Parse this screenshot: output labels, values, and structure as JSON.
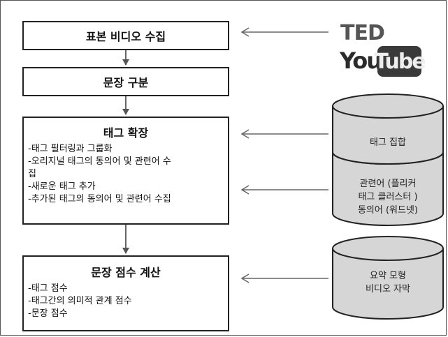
{
  "steps": [
    {
      "title": "표본 비디오 수집"
    },
    {
      "title": "문장 구분"
    },
    {
      "title": "태그 확장",
      "items": [
        "-태그 필터링과 그룹화",
        "-오리지널 태그의 동의어 및 관련어 수",
        "집",
        "-새로운 태그 추가",
        "-추가된 태그의 동의어 및 관련어 수집"
      ]
    },
    {
      "title": "문장 점수 계산",
      "items": [
        "-태그 점수",
        "-태그간의 의미적 관계 점수",
        "-문장 점수"
      ]
    }
  ],
  "sources": {
    "logo_ted": "TED",
    "logo_you": "You",
    "logo_tube": "Tube",
    "tag_set": "태그 집합",
    "related": [
      "관련어 (플리커",
      "태그 클러스터 )",
      "동의어 (워드넷)"
    ],
    "summary": [
      "요약 모형",
      "비디오 자막"
    ]
  },
  "colors": {
    "line": "#222222",
    "arrow_gray": "#666666",
    "cylinder_fill": "#d6d6d6"
  }
}
